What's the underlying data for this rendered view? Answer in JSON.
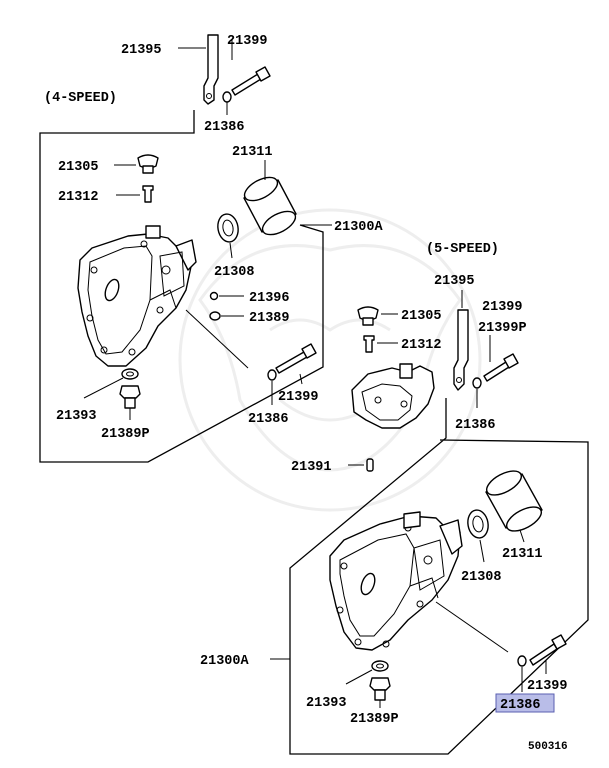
{
  "diagram": {
    "section_labels": {
      "four_speed": "(4-SPEED)",
      "five_speed": "(5-SPEED)"
    },
    "parts": {
      "p21395_a": "21395",
      "p21399_a": "21399",
      "p21386_a": "21386",
      "p21305_a": "21305",
      "p21312_a": "21312",
      "p21311_a": "21311",
      "p21300A_a": "21300A",
      "p21308_a": "21308",
      "p21396_a": "21396",
      "p21389_a": "21389",
      "p21399_b": "21399",
      "p21386_b": "21386",
      "p21393_a": "21393",
      "p21389P_a": "21389P",
      "p21395_b": "21395",
      "p21305_b": "21305",
      "p21399_c": "21399",
      "p21399P_b": "21399P",
      "p21312_b": "21312",
      "p21386_c": "21386",
      "p21391": "21391",
      "p21311_b": "21311",
      "p21308_b": "21308",
      "p21300A_b": "21300A",
      "p21393_b": "21393",
      "p21389P_b": "21389P",
      "p21399_d": "21399",
      "p21386_d": "21386"
    },
    "highlighted_part": "21386",
    "highlight_color": "#b9bde8",
    "diagram_code": "500316"
  }
}
